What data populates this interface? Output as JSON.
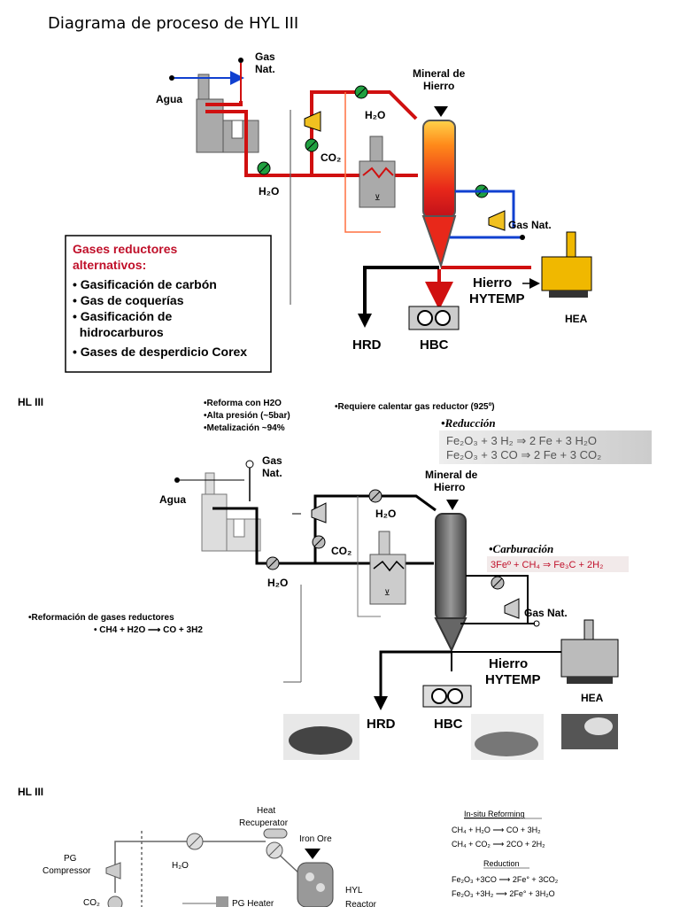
{
  "page_title": "Diagrama de proceso de HYL III",
  "figure1": {
    "gas_nat_top": [
      "Gas",
      "Nat."
    ],
    "agua": "Agua",
    "mineral": [
      "Mineral de",
      "Hierro"
    ],
    "h2o_a": "H₂O",
    "co2": "CO₂",
    "h2o_b": "H₂O",
    "gas_nat_right": "Gas Nat.",
    "hierro": "Hierro",
    "hytemp": "HYTEMP",
    "hea": "HEA",
    "hrd": "HRD",
    "hbc": "HBC",
    "box_title": [
      "Gases reductores",
      "alternativos:"
    ],
    "box_items": [
      "• Gasificación de carbón",
      "• Gas de coquerías",
      "• Gasificación de",
      "  hidrocarburos",
      "• Gases de desperdicio Corex"
    ]
  },
  "figure2": {
    "title": "HL III",
    "notes_left": [
      "•Reforma con H2O",
      "•Alta presión (~5bar)",
      "•Metalización ~94%"
    ],
    "note_right": "•Requiere calentar gas reductor (925º)",
    "reduccion_label": "•Reducción",
    "reduccion_eq1": "Fe₂O₃ + 3 H₂ ⇒ 2 Fe + 3 H₂O",
    "reduccion_eq2": "Fe₂O₃ + 3 CO ⇒ 2 Fe + 3 CO₂",
    "carburacion_label": "•Carburación",
    "carburacion_eq": "3Feº + CH₄ ⇒ Fe₃C + 2H₂",
    "gas_nat_top": [
      "Gas",
      "Nat."
    ],
    "agua": "Agua",
    "mineral": [
      "Mineral de",
      "Hierro"
    ],
    "h2o_a": "H₂O",
    "co2": "CO₂",
    "h2o_b": "H₂O",
    "gas_nat_right": "Gas Nat.",
    "reformacion": "•Reformación de gases reductores",
    "reformacion_eq": "• CH4 + H2O ⟶ CO + 3H2",
    "hierro": "Hierro",
    "hytemp": "HYTEMP",
    "hea": "HEA",
    "hrd": "HRD",
    "hbc": "HBC"
  },
  "figure3": {
    "title": "HL III",
    "heat_recuperator": [
      "Heat",
      "Recuperator"
    ],
    "iron_ore": "Iron Ore",
    "pg_compressor": [
      "PG",
      "Compressor"
    ],
    "h2o": "H₂O",
    "co2": "CO₂",
    "pg_heater": "PG Heater",
    "hyl": "HYL",
    "reactor": "Reactor",
    "insitu_title": "In-situ Reforming",
    "insitu_eqs": [
      "CH₄ + H₂O ⟶ CO + 3H₂",
      "CH₄ + CO₂ ⟶ 2CO + 2H₂"
    ],
    "reduction_title": "Reduction",
    "reduction_eqs": [
      "Fe₂O₃ +3CO ⟶ 2Fe° + 3CO₂",
      "Fe₂O₃ +3H₂ ⟶ 2Fe° + 3H₂O"
    ]
  }
}
